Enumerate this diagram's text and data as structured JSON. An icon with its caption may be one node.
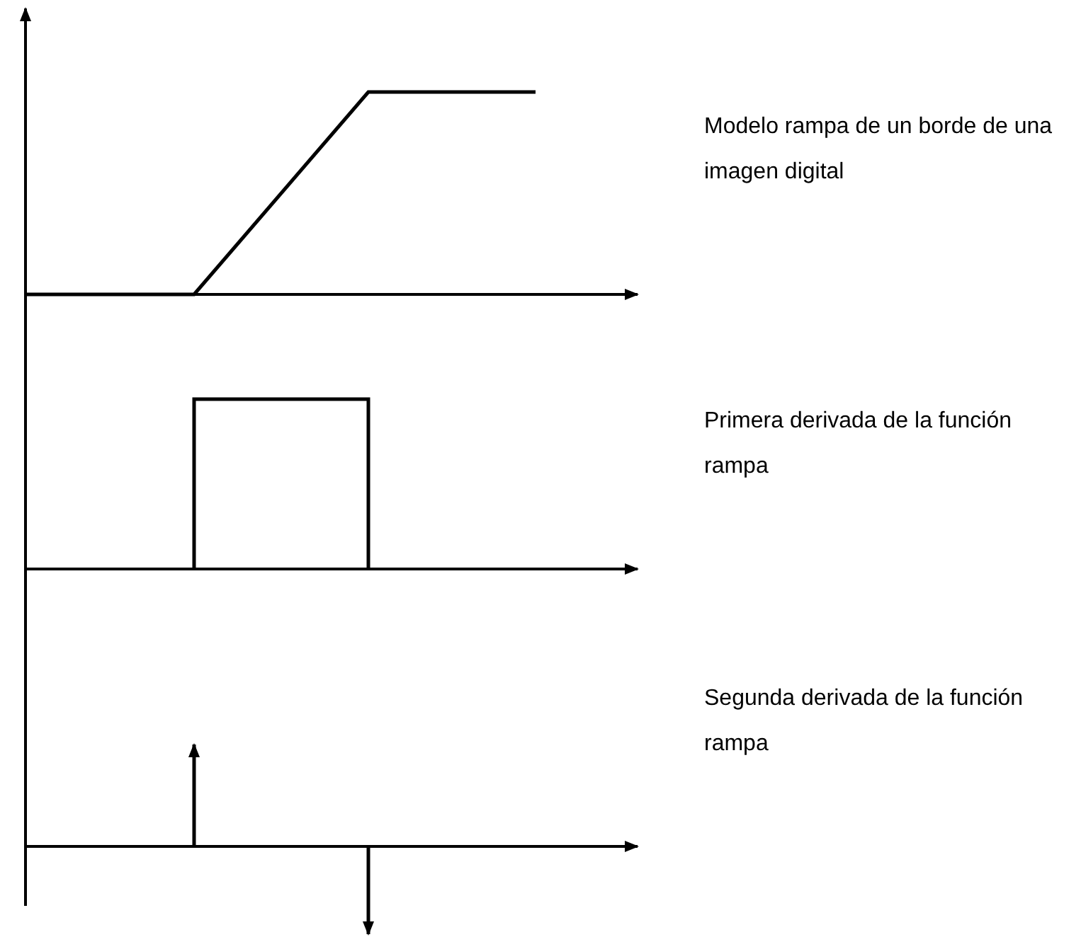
{
  "diagram": {
    "labels": [
      "Modelo rampa de un borde de una imagen digital",
      "Primera derivada de la función rampa",
      "Segunda derivada de la función rampa"
    ]
  }
}
